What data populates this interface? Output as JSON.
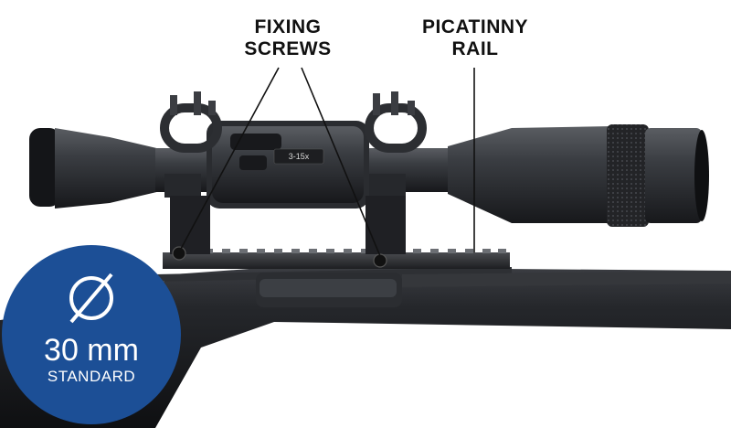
{
  "callouts": {
    "fixing_screws": {
      "line1": "FIXING",
      "line2": "SCREWS"
    },
    "picatinny_rail": {
      "line1": "PICATINNY",
      "line2": "RAIL"
    }
  },
  "scope": {
    "magnification": "3-15x"
  },
  "badge": {
    "icon": "diameter-icon",
    "size": "30 mm",
    "standard": "STANDARD",
    "color": "#1c4f96"
  }
}
